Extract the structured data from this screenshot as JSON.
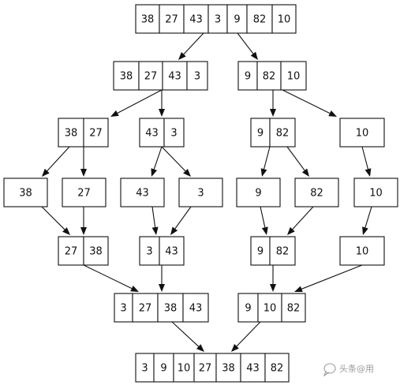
{
  "diagram": {
    "type": "merge-sort-tree",
    "arrays": [
      [
        "38",
        "27",
        "43",
        "3",
        "9",
        "82",
        "10"
      ],
      [
        "38",
        "27",
        "43",
        "3"
      ],
      [
        "9",
        "82",
        "10"
      ],
      [
        "38",
        "27"
      ],
      [
        "43",
        "3"
      ],
      [
        "9",
        "82"
      ],
      [
        "10"
      ],
      [
        "38"
      ],
      [
        "27"
      ],
      [
        "43"
      ],
      [
        "3"
      ],
      [
        "9"
      ],
      [
        "82"
      ],
      [
        "10"
      ],
      [
        "27",
        "38"
      ],
      [
        "3",
        "43"
      ],
      [
        "9",
        "82"
      ],
      [
        "10"
      ],
      [
        "3",
        "27",
        "38",
        "43"
      ],
      [
        "9",
        "10",
        "82"
      ],
      [
        "3",
        "9",
        "10",
        "27",
        "38",
        "43",
        "82"
      ]
    ]
  },
  "watermark": {
    "text": "头条@用",
    "icon": "chat-bubble-icon"
  }
}
